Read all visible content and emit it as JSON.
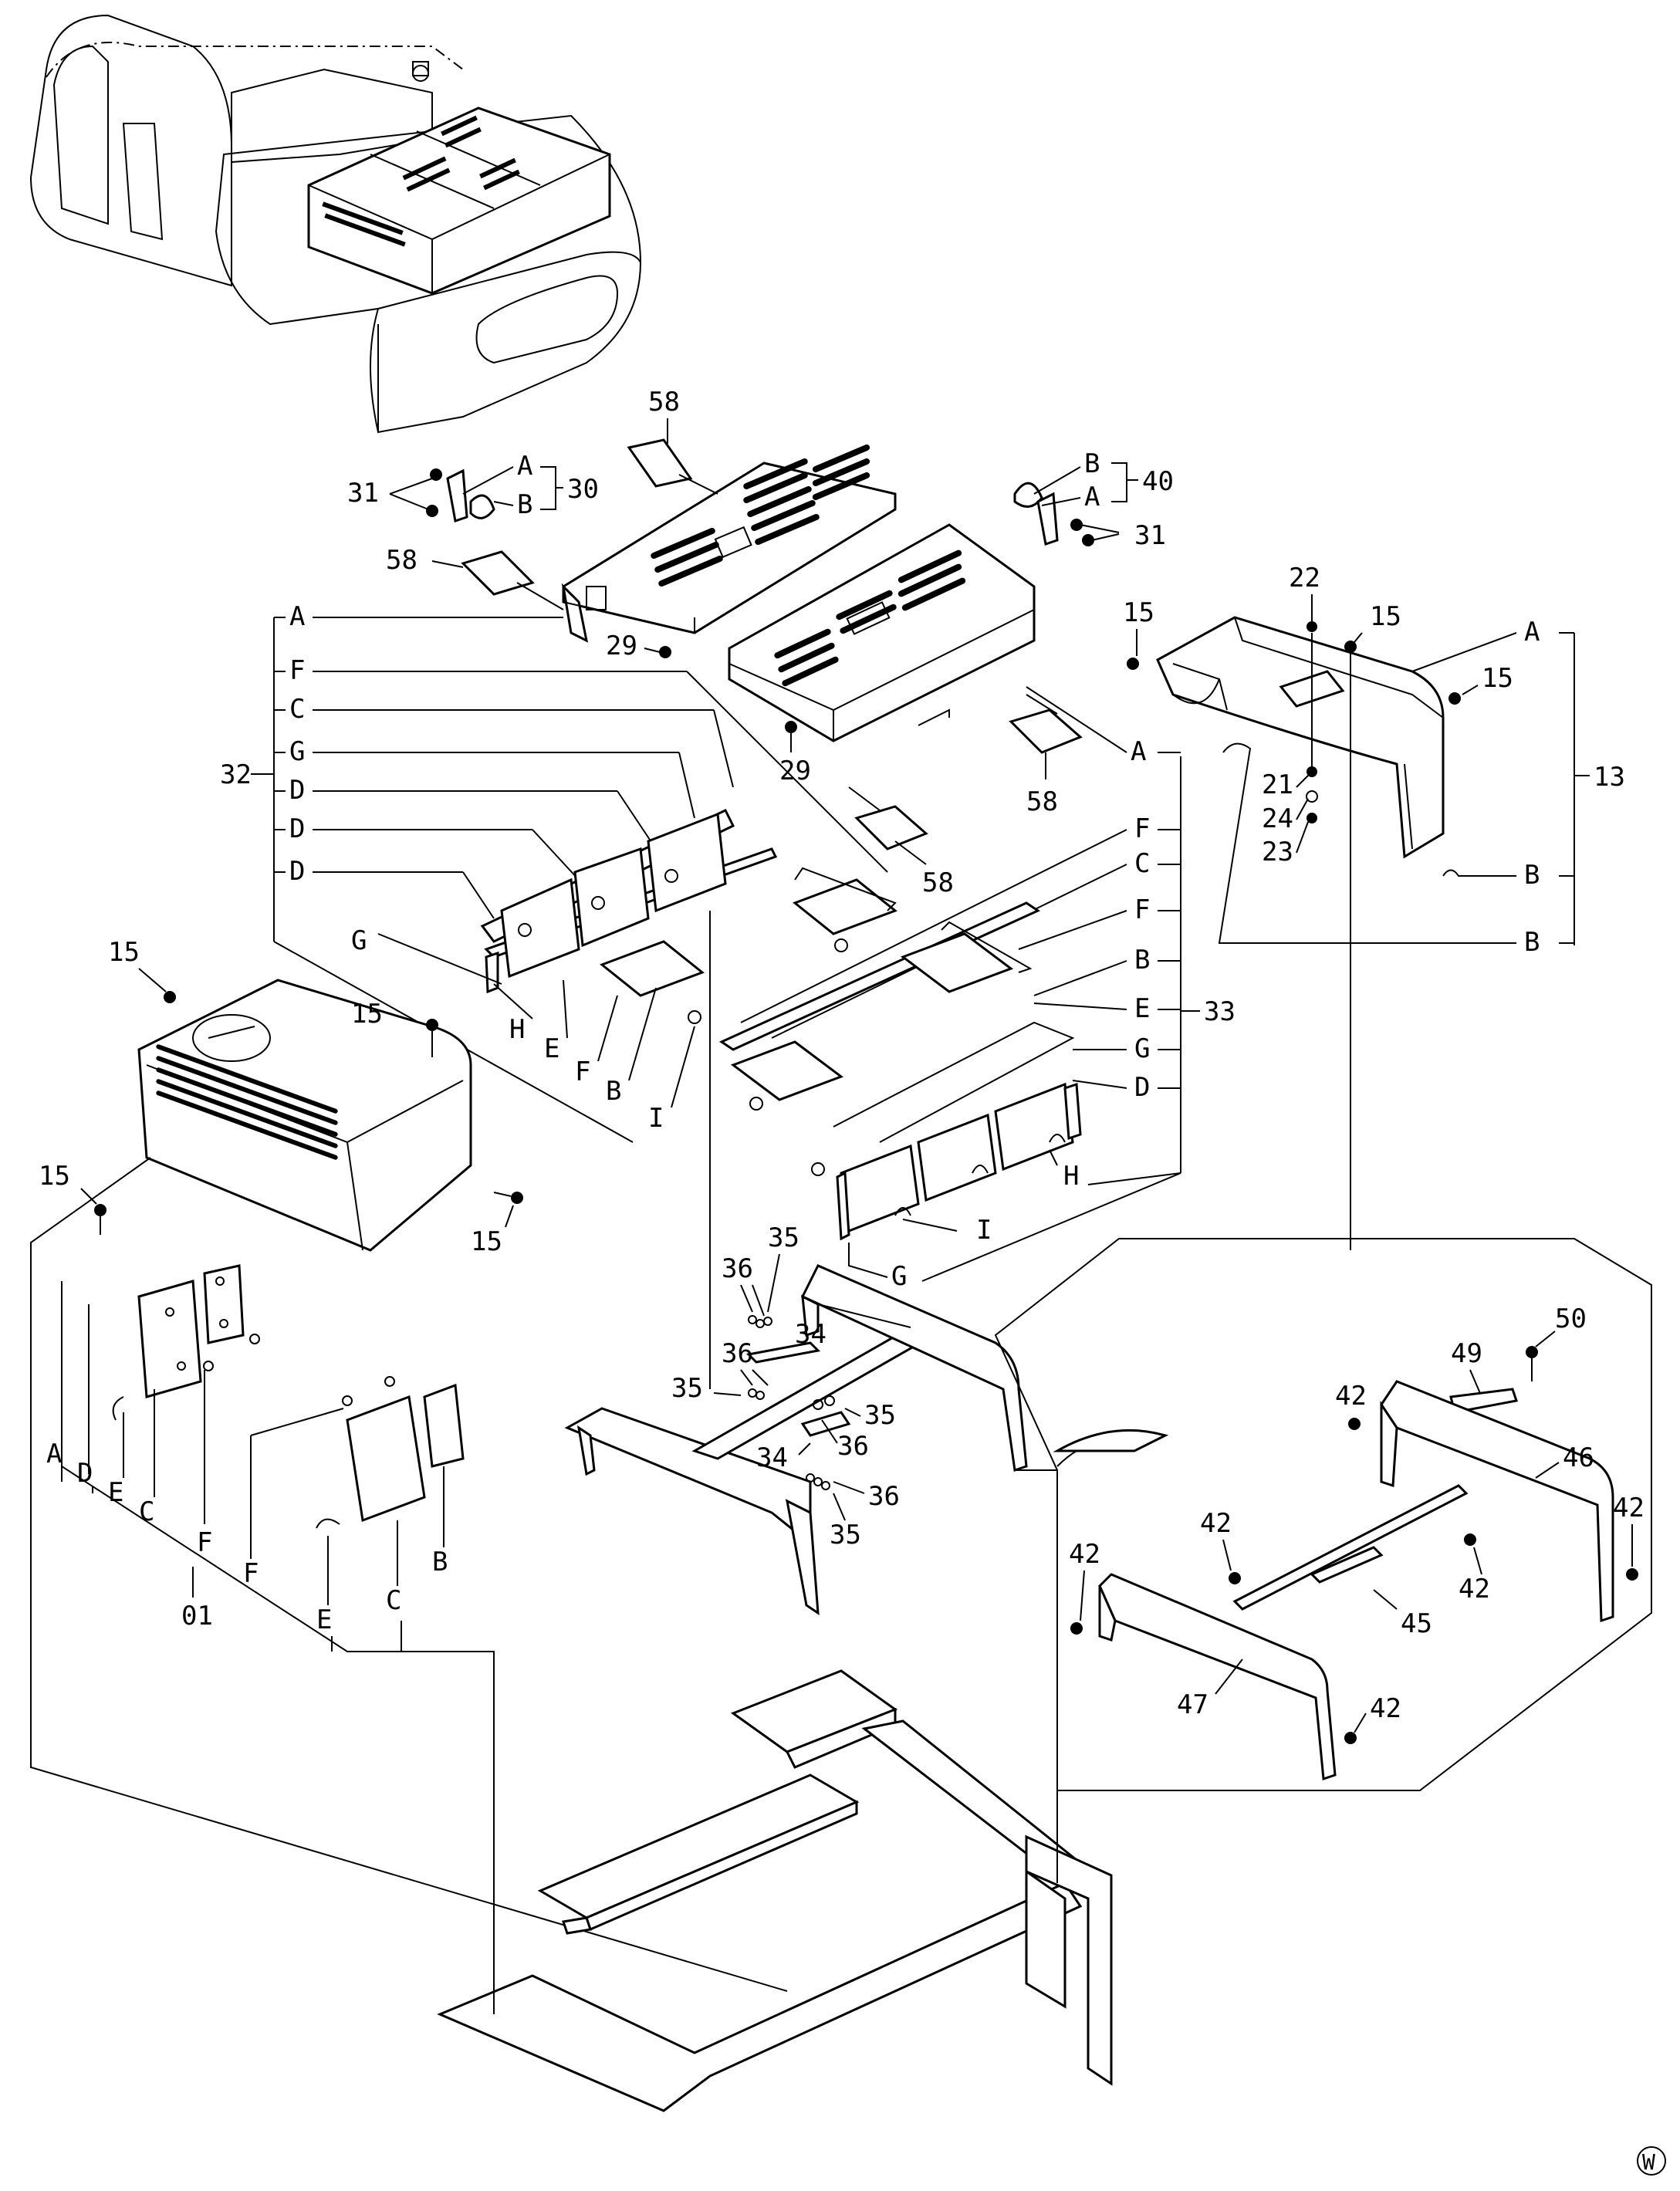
{
  "diagram": {
    "corner_mark": "W",
    "callouts": {
      "c58a": "58",
      "c58b": "58",
      "c58c": "58",
      "c58d": "58",
      "c31a": "31",
      "c31b": "31",
      "c30": "30",
      "c40": "40",
      "c29a": "29",
      "c29b": "29",
      "c32": "32",
      "c33": "33",
      "c13": "13",
      "c15a": "15",
      "c15b": "15",
      "c15c": "15",
      "c15d": "15",
      "c15e": "15",
      "c15f": "15",
      "c15g": "15",
      "c22": "22",
      "c21": "21",
      "c24": "24",
      "c23": "23",
      "c01": "01",
      "c35a": "35",
      "c35b": "35",
      "c35c": "35",
      "c35d": "35",
      "c36a": "36",
      "c36b": "36",
      "c36c": "36",
      "c36d": "36",
      "c34a": "34",
      "c34b": "34",
      "c50": "50",
      "c49": "49",
      "c46": "46",
      "c45": "45",
      "c47": "47",
      "c42a": "42",
      "c42b": "42",
      "c42c": "42",
      "c42d": "42",
      "c42e": "42",
      "c42f": "42"
    },
    "letters": {
      "g30A": "A",
      "g30B": "B",
      "g40B": "B",
      "g40A": "A",
      "g32A": "A",
      "g32F": "F",
      "g32C": "C",
      "g32G": "G",
      "g32D1": "D",
      "g32D2": "D",
      "g32D3": "D",
      "g32Gb": "G",
      "g32H": "H",
      "g32E": "E",
      "g32Fb": "F",
      "g32B": "B",
      "g32I": "I",
      "g33A": "A",
      "g33F": "F",
      "g33C": "C",
      "g33Fb": "F",
      "g33B": "B",
      "g33E": "E",
      "g33G": "G",
      "g33D": "D",
      "g33H": "H",
      "g33I": "I",
      "g33Gb": "G",
      "g13A": "A",
      "g13B1": "B",
      "g13B2": "B",
      "g01A": "A",
      "g01D": "D",
      "g01E": "E",
      "g01C": "C",
      "g01F": "F",
      "g01F2": "F",
      "g01E2": "E",
      "g01C2": "C",
      "g01B": "B"
    }
  }
}
